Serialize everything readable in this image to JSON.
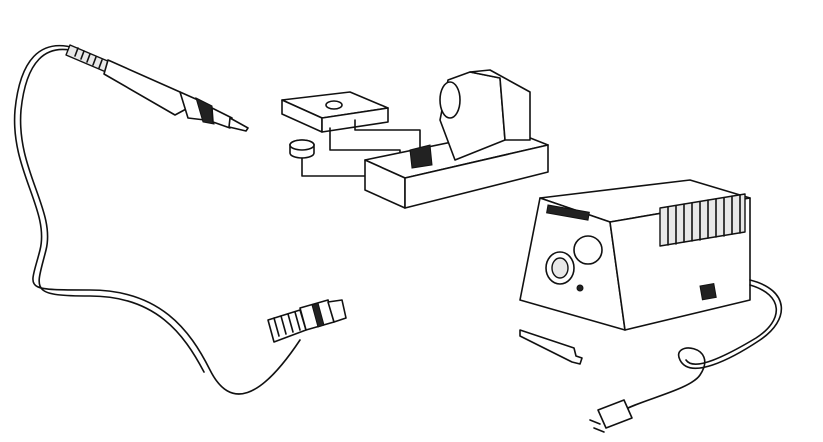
{
  "illustration": {
    "components": [
      "soldering-iron",
      "tip-cleaning-sponge",
      "sponge-small",
      "iron-holder",
      "control-station",
      "hex-key",
      "power-plug"
    ],
    "colors": {
      "line": "#111111",
      "background": "#ffffff",
      "shade": "#e8e8e8"
    }
  }
}
